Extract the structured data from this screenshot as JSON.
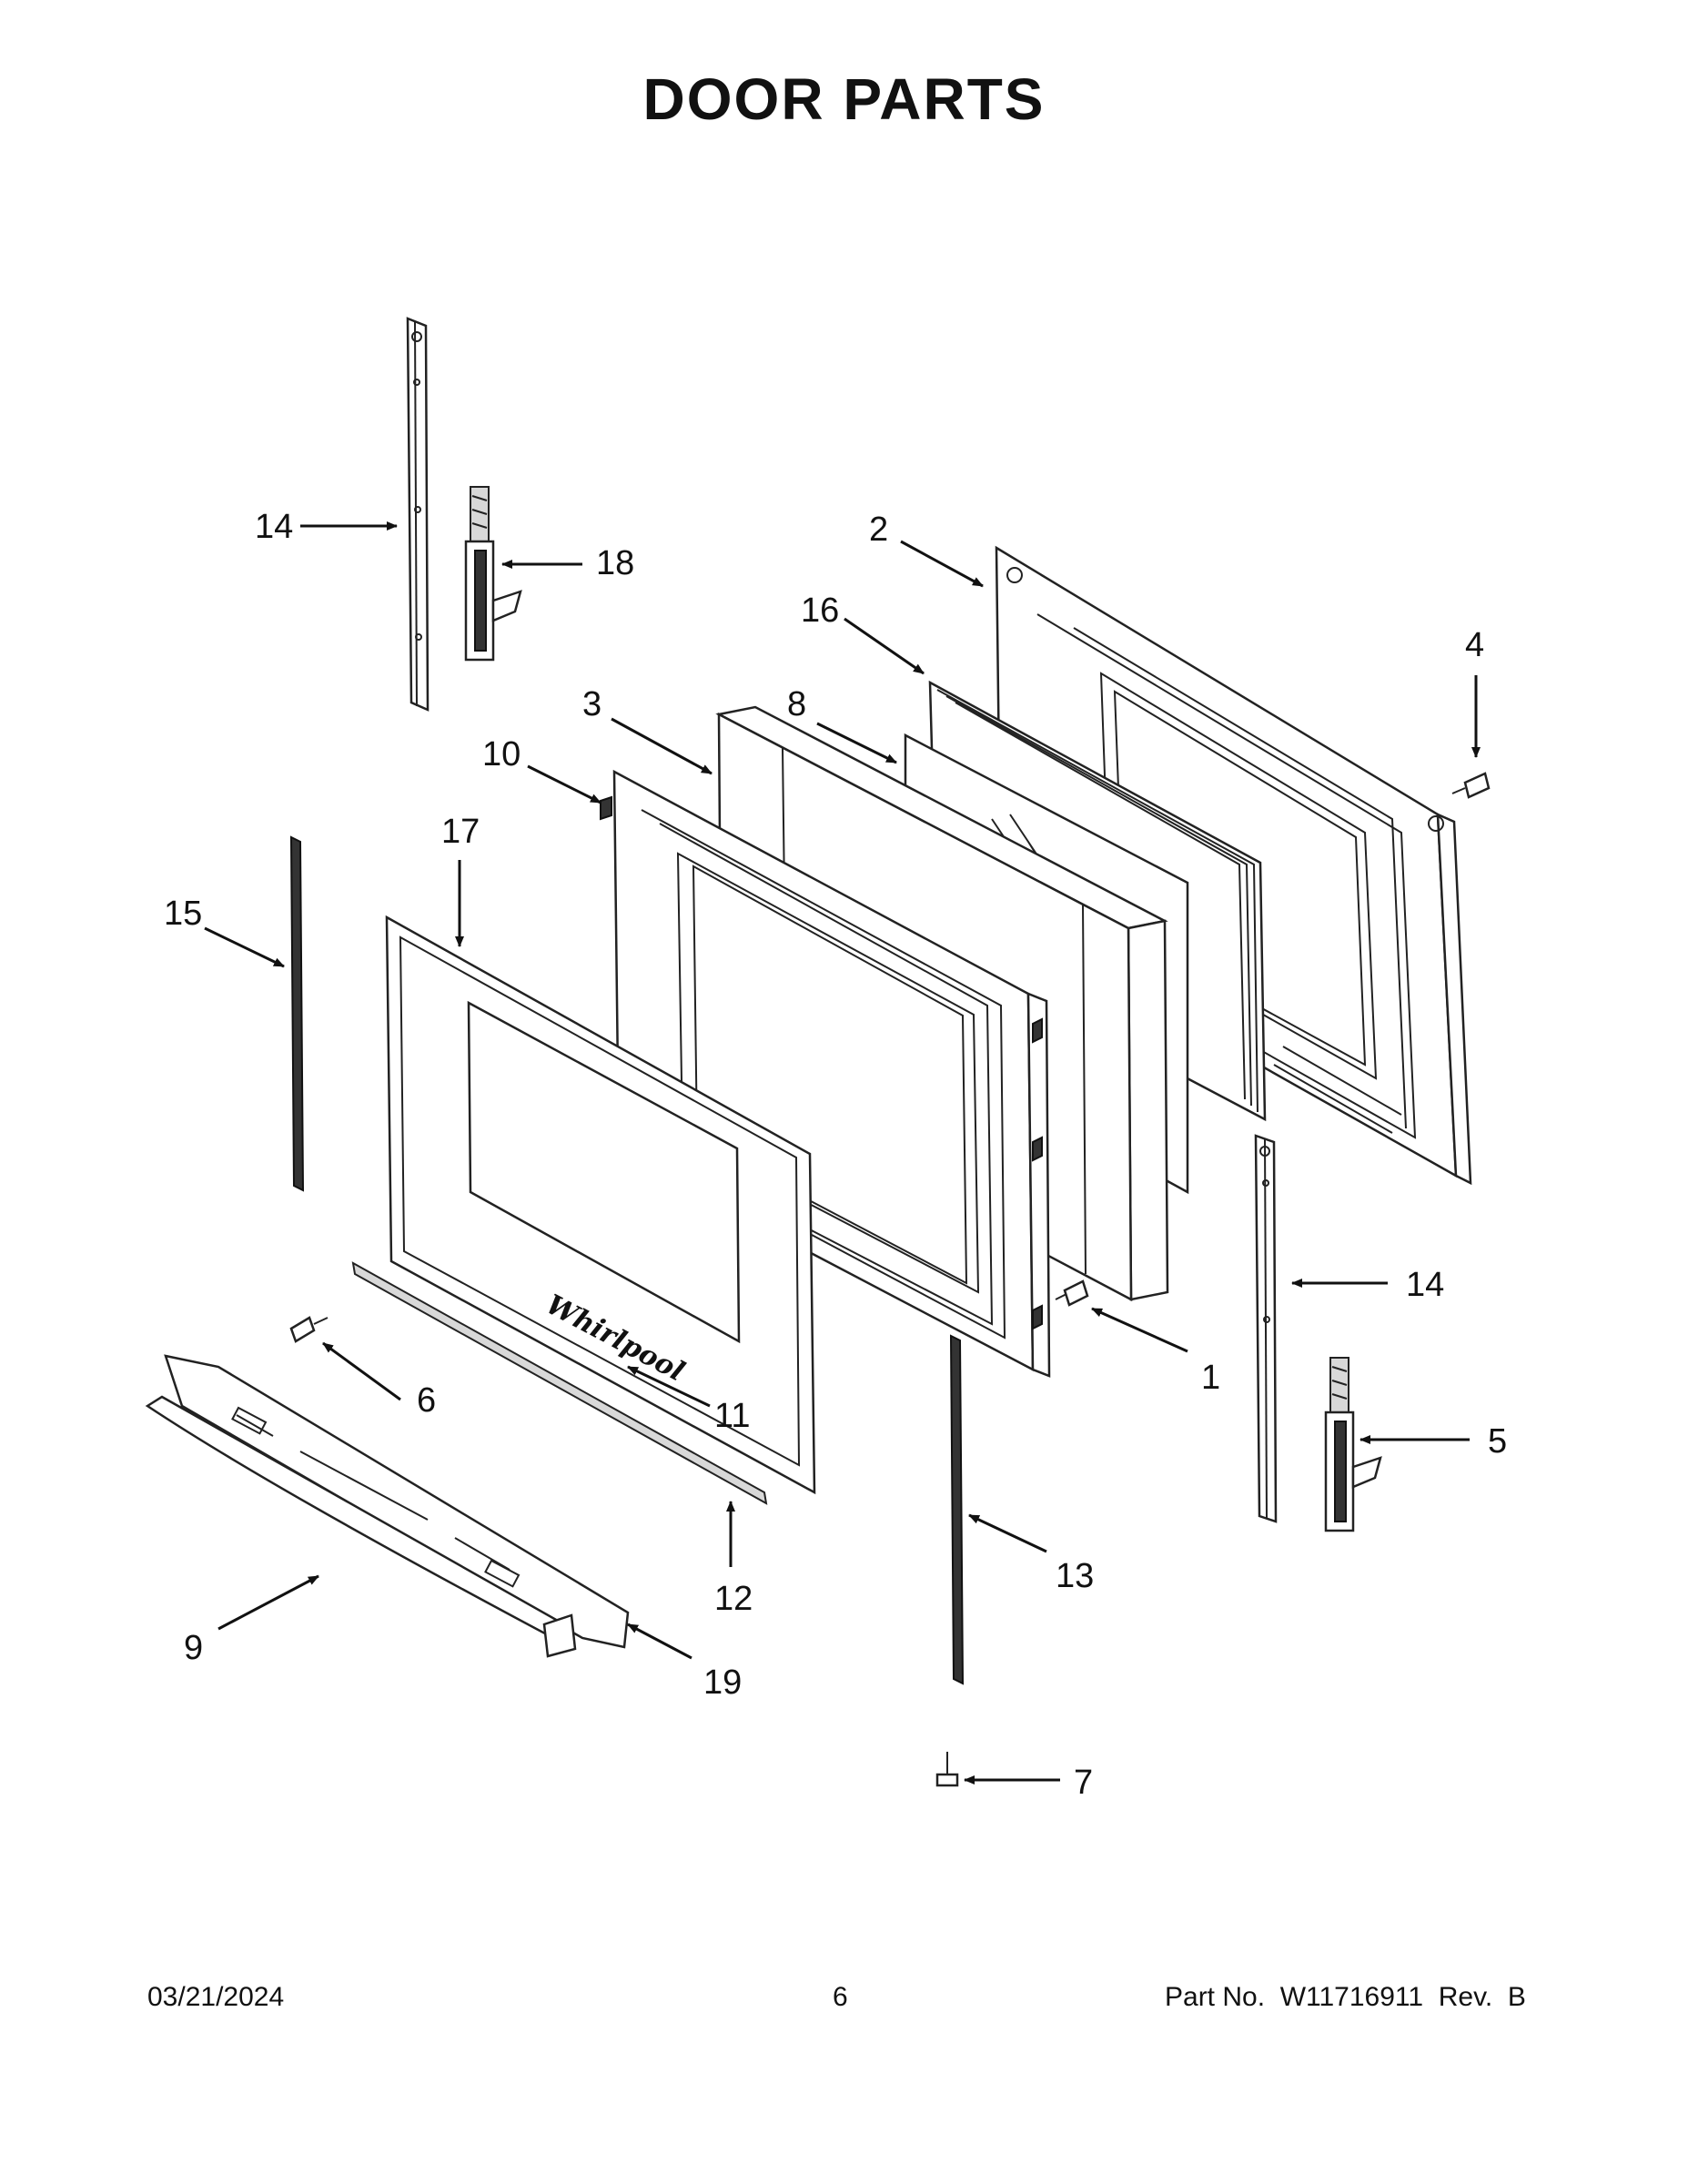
{
  "title": "DOOR PARTS",
  "callouts": [
    "14",
    "18",
    "2",
    "16",
    "4",
    "3",
    "8",
    "10",
    "17",
    "15",
    "1",
    "14",
    "6",
    "11",
    "5",
    "12",
    "13",
    "9",
    "19",
    "7"
  ],
  "footer": {
    "date": "03/21/2024",
    "page": "6",
    "part": "Part No.  W11716911  Rev.  B"
  }
}
